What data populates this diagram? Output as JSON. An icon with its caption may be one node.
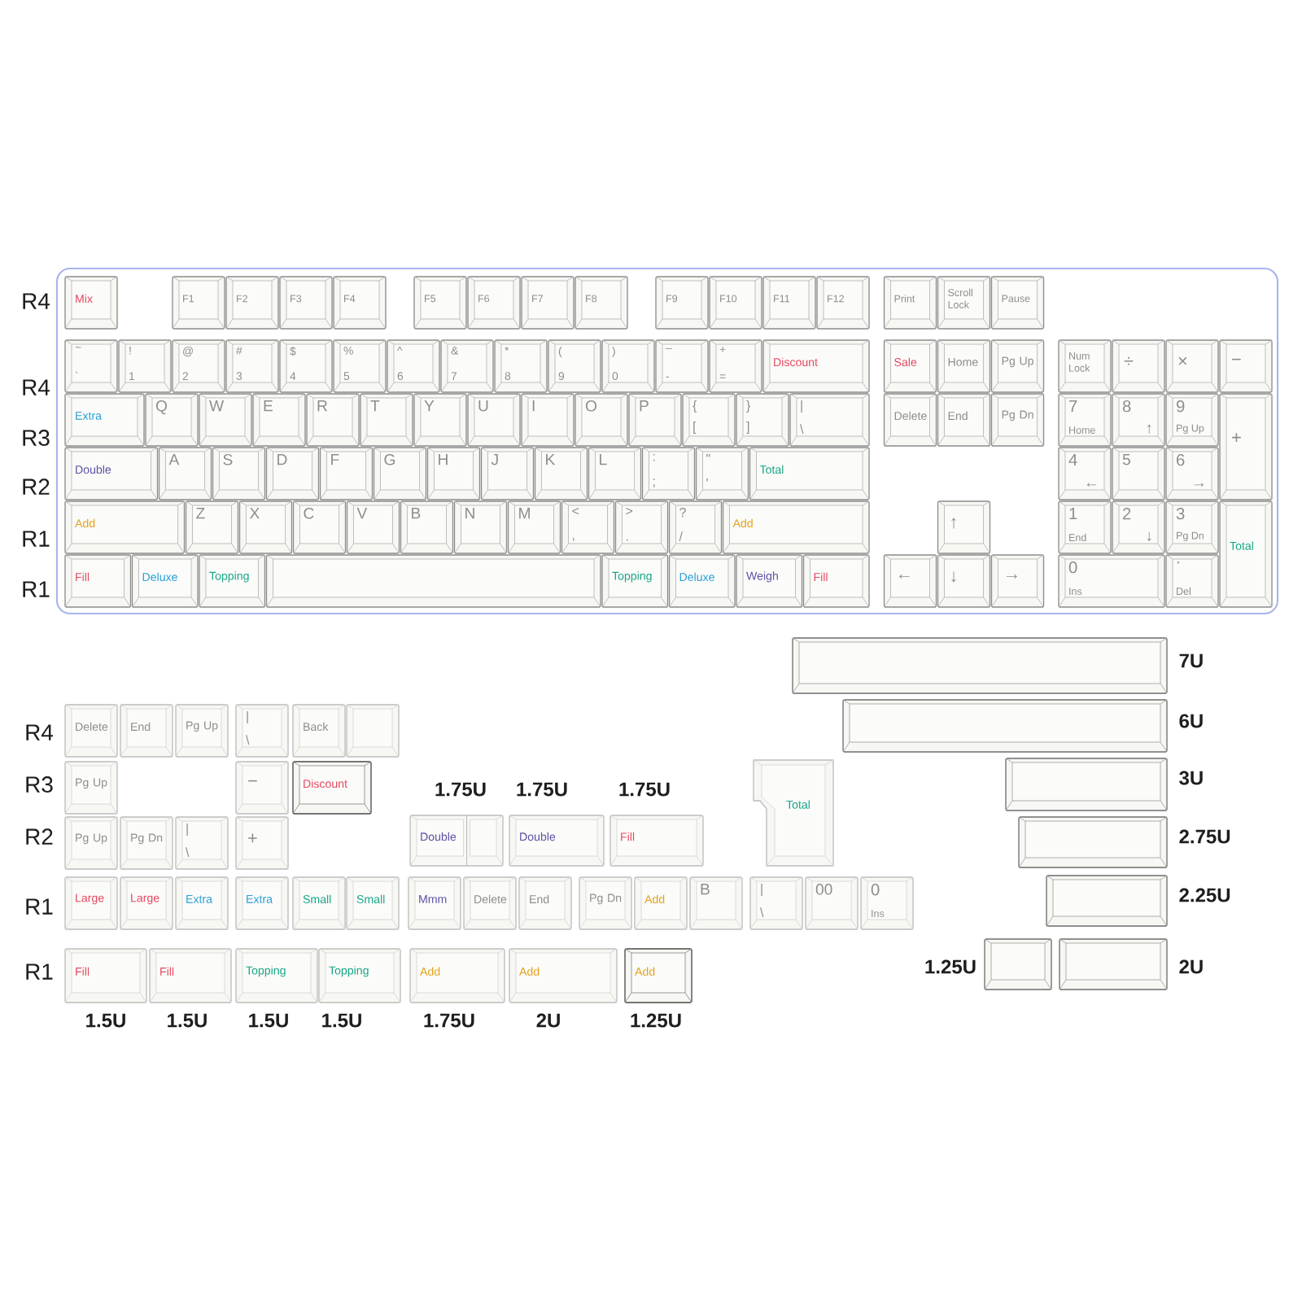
{
  "diagram": {
    "nodes": [
      {
        "text": [],
        "shape": "box"
      },
      {
        "text": [
          "Mix"
        ],
        "in": 0
      },
      {
        "text": [
          "F1"
        ],
        "in": 0
      },
      {
        "text": [
          "F2"
        ],
        "in": 0
      },
      {
        "text": [
          "F3"
        ],
        "in": 0
      },
      {
        "text": [
          "F4"
        ],
        "in": 0
      },
      {
        "text": [
          "F5"
        ],
        "in": 0
      },
      {
        "text": [
          "F6"
        ],
        "in": 0
      },
      {
        "text": [
          "F7"
        ],
        "in": 0
      },
      {
        "text": [
          "F8"
        ],
        "in": 0
      },
      {
        "text": [
          "F9"
        ],
        "in": 0
      },
      {
        "text": [
          "F10"
        ],
        "in": 0
      },
      {
        "text": [
          "F11"
        ],
        "in": 0
      },
      {
        "text": [
          "F12"
        ],
        "in": 0
      },
      {
        "text": [
          "Print"
        ],
        "in": 0
      },
      {
        "text": [
          "Scroll Lock"
        ],
        "in": 0
      },
      {
        "text": [
          "Pause"
        ],
        "in": 0
      },
      {
        "text": [
          "~",
          "`"
        ],
        "in": 0
      },
      {
        "text": [
          "!",
          "1"
        ],
        "in": 0
      },
      {
        "text": [
          "@",
          "2"
        ],
        "in": 0
      },
      {
        "text": [
          "#",
          "3"
        ],
        "in": 0
      },
      {
        "text": [
          "$",
          "4"
        ],
        "in": 0
      },
      {
        "text": [
          "%",
          "5"
        ],
        "in": 0
      },
      {
        "text": [
          "^",
          "6"
        ],
        "in": 0
      },
      {
        "text": [
          "&",
          "7"
        ],
        "in": 0
      },
      {
        "text": [
          "*",
          "8"
        ],
        "in": 0
      },
      {
        "text": [
          "(",
          "9"
        ],
        "in": 0
      },
      {
        "text": [
          ")",
          "0"
        ],
        "in": 0
      },
      {
        "text": [
          "_",
          "-"
        ],
        "in": 0
      },
      {
        "text": [
          "+",
          "="
        ],
        "in": 0
      },
      {
        "text": [
          "Discount"
        ],
        "in": 0
      },
      {
        "text": [
          "Sale"
        ],
        "in": 0
      },
      {
        "text": [
          "Home"
        ],
        "in": 0
      },
      {
        "text": [
          "Pg Up"
        ],
        "in": 0
      },
      {
        "text": [
          "Num Lock"
        ],
        "in": 0
      },
      {
        "text": [
          "÷"
        ],
        "in": 0
      },
      {
        "text": [
          "×"
        ],
        "in": 0
      },
      {
        "text": [
          "−"
        ],
        "in": 0
      },
      {
        "text": [
          "Extra"
        ],
        "in": 0
      },
      {
        "text": [
          "Q"
        ],
        "in": 0
      },
      {
        "text": [
          "W"
        ],
        "in": 0
      },
      {
        "text": [
          "E"
        ],
        "in": 0
      },
      {
        "text": [
          "R"
        ],
        "in": 0
      },
      {
        "text": [
          "T"
        ],
        "in": 0
      },
      {
        "text": [
          "Y"
        ],
        "in": 0
      },
      {
        "text": [
          "U"
        ],
        "in": 0
      },
      {
        "text": [
          "I"
        ],
        "in": 0
      },
      {
        "text": [
          "O"
        ],
        "in": 0
      },
      {
        "text": [
          "P"
        ],
        "in": 0
      },
      {
        "text": [
          "{",
          "["
        ],
        "in": 0
      },
      {
        "text": [
          "}",
          "]"
        ],
        "in": 0
      },
      {
        "text": [
          "|",
          "\\"
        ],
        "in": 0
      },
      {
        "text": [
          "Delete"
        ],
        "in": 0
      },
      {
        "text": [
          "End"
        ],
        "in": 0
      },
      {
        "text": [
          "Pg Dn"
        ],
        "in": 0
      },
      {
        "text": [
          "7",
          "Home"
        ],
        "in": 0
      },
      {
        "text": [
          "8",
          "↑"
        ],
        "in": 0
      },
      {
        "text": [
          "9",
          "Pg Up"
        ],
        "in": 0
      },
      {
        "text": [
          "+"
        ],
        "in": 0
      },
      {
        "text": [
          "Double"
        ],
        "in": 0
      },
      {
        "text": [
          "A"
        ],
        "in": 0
      },
      {
        "text": [
          "S"
        ],
        "in": 0
      },
      {
        "text": [
          "D"
        ],
        "in": 0
      },
      {
        "text": [
          "F"
        ],
        "in": 0
      },
      {
        "text": [
          "G"
        ],
        "in": 0
      },
      {
        "text": [
          "H"
        ],
        "in": 0
      },
      {
        "text": [
          "J"
        ],
        "in": 0
      },
      {
        "text": [
          "K"
        ],
        "in": 0
      },
      {
        "text": [
          "L"
        ],
        "in": 0
      },
      {
        "text": [
          ":",
          ";"
        ],
        "in": 0
      },
      {
        "text": [
          "\"",
          "'"
        ],
        "in": 0
      },
      {
        "text": [
          "Total"
        ],
        "in": 0
      },
      {
        "text": [
          "4",
          "←"
        ],
        "in": 0
      },
      {
        "text": [
          "5"
        ],
        "in": 0
      },
      {
        "text": [
          "6",
          "→"
        ],
        "in": 0
      },
      {
        "text": [
          "Add"
        ],
        "in": 0
      },
      {
        "text": [
          "Z"
        ],
        "in": 0
      },
      {
        "text": [
          "X"
        ],
        "in": 0
      },
      {
        "text": [
          "C"
        ],
        "in": 0
      },
      {
        "text": [
          "V"
        ],
        "in": 0
      },
      {
        "text": [
          "B"
        ],
        "in": 0
      },
      {
        "text": [
          "N"
        ],
        "in": 0
      },
      {
        "text": [
          "M"
        ],
        "in": 0
      },
      {
        "text": [
          "<",
          ","
        ],
        "in": 0
      },
      {
        "text": [
          ">",
          "."
        ],
        "in": 0
      },
      {
        "text": [
          "?",
          "/"
        ],
        "in": 0
      },
      {
        "text": [
          "Add"
        ],
        "in": 0
      },
      {
        "text": [
          "↑"
        ],
        "in": 0
      },
      {
        "text": [
          "1",
          "End"
        ],
        "in": 0
      },
      {
        "text": [
          "2",
          "↓"
        ],
        "in": 0
      },
      {
        "text": [
          "3",
          "Pg Dn"
        ],
        "in": 0
      },
      {
        "text": [
          "Total"
        ],
        "in": 0
      },
      {
        "text": [
          "Fill"
        ],
        "in": 0
      },
      {
        "text": [
          "Deluxe"
        ],
        "in": 0
      },
      {
        "text": [
          "Topping"
        ],
        "in": 0
      },
      {
        "text": [],
        "shape": "box",
        "in": 0
      },
      {
        "text": [
          "Topping"
        ],
        "in": 0
      },
      {
        "text": [
          "Deluxe"
        ],
        "in": 0
      },
      {
        "text": [
          "Weigh"
        ],
        "in": 0
      },
      {
        "text": [
          "Fill"
        ],
        "in": 0
      },
      {
        "text": [
          "←"
        ],
        "in": 0
      },
      {
        "text": [
          "↓"
        ],
        "in": 0
      },
      {
        "text": [
          "→"
        ],
        "in": 0
      },
      {
        "text": [
          "0",
          "Ins"
        ],
        "in": 0
      },
      {
        "text": [
          ".",
          "Del"
        ],
        "in": 0
      },
      {
        "text": [],
        "shape": "box"
      },
      {
        "text": [],
        "shape": "box"
      },
      {
        "text": [
          "Delete"
        ]
      },
      {
        "text": [
          "End"
        ]
      },
      {
        "text": [
          "Pg Up"
        ]
      },
      {
        "text": [
          "|",
          "\\"
        ]
      },
      {
        "text": [
          "Back"
        ]
      },
      {
        "text": [],
        "shape": "box"
      },
      {
        "text": [
          "Pg Up"
        ]
      },
      {
        "text": [
          "−"
        ]
      },
      {
        "text": [
          "Discount"
        ]
      },
      {
        "text": [
          "Total"
        ]
      },
      {
        "text": [],
        "shape": "box"
      },
      {
        "text": [
          "Pg Up"
        ]
      },
      {
        "text": [
          "Pg Dn"
        ]
      },
      {
        "text": [
          "|",
          "\\"
        ]
      },
      {
        "text": [
          "+"
        ]
      },
      {
        "text": [
          "Double"
        ]
      },
      {
        "text": [
          "Double"
        ]
      },
      {
        "text": [
          "Fill"
        ]
      },
      {
        "text": [],
        "shape": "box"
      },
      {
        "text": [
          "Large"
        ]
      },
      {
        "text": [
          "Large"
        ]
      },
      {
        "text": [
          "Extra"
        ]
      },
      {
        "text": [
          "Extra"
        ]
      },
      {
        "text": [
          "Small"
        ]
      },
      {
        "text": [
          "Small"
        ]
      },
      {
        "text": [
          "Mmm"
        ]
      },
      {
        "text": [
          "Delete"
        ]
      },
      {
        "text": [
          "End"
        ]
      },
      {
        "text": [
          "Pg Dn"
        ]
      },
      {
        "text": [
          "Add"
        ]
      },
      {
        "text": [
          "B"
        ]
      },
      {
        "text": [
          "|",
          "\\"
        ]
      },
      {
        "text": [
          "00"
        ]
      },
      {
        "text": [
          "0",
          "Ins"
        ]
      },
      {
        "text": [],
        "shape": "box"
      },
      {
        "text": [],
        "shape": "box"
      },
      {
        "text": [],
        "shape": "box"
      },
      {
        "text": [
          "Fill"
        ]
      },
      {
        "text": [
          "Fill"
        ]
      },
      {
        "text": [
          "Topping"
        ]
      },
      {
        "text": [
          "Topping"
        ]
      },
      {
        "text": [
          "Add"
        ]
      },
      {
        "text": [
          "Add"
        ]
      },
      {
        "text": [
          "Add"
        ]
      }
    ],
    "labels": [
      "R4",
      "R4",
      "R3",
      "R2",
      "R1",
      "R1",
      "7U",
      "6U",
      "R4",
      "R3",
      "1.75U",
      "1.75U",
      "1.75U",
      "3U",
      "R2",
      "2.75U",
      "2.25U",
      "R1",
      "R1",
      "1.25U",
      "2U",
      "1.5U",
      "1.5U",
      "1.5U",
      "1.5U",
      "1.75U",
      "2U",
      "1.25U"
    ]
  }
}
